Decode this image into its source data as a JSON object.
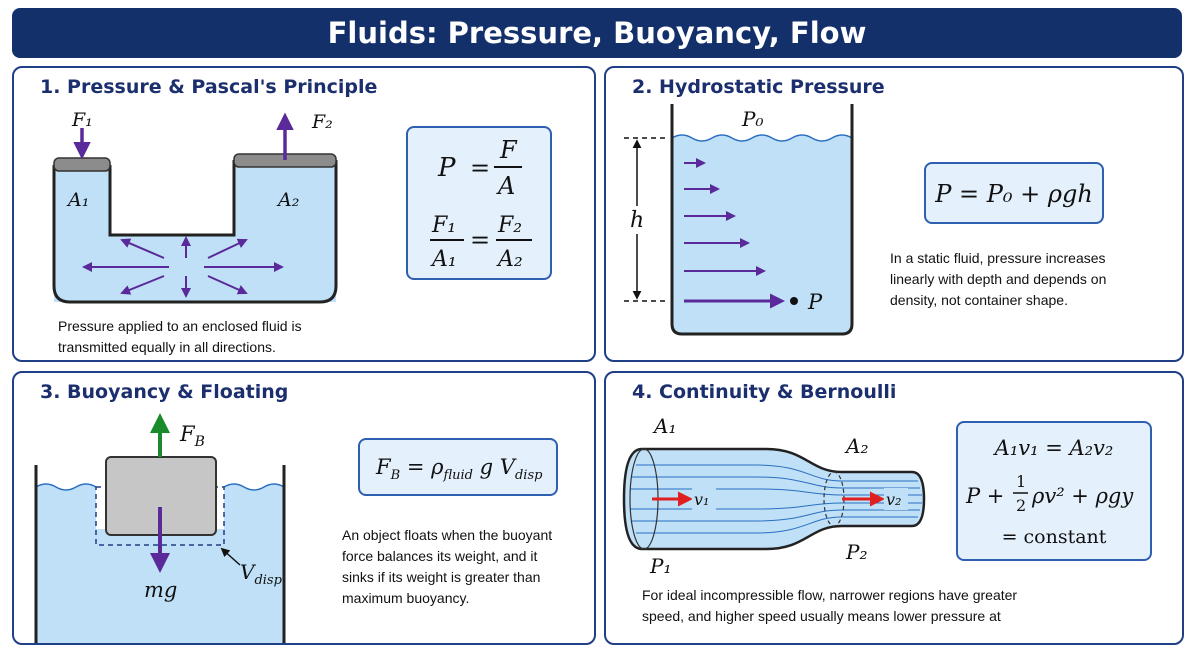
{
  "header": {
    "title": "Fluids: Pressure, Buoyancy, Flow"
  },
  "colors": {
    "banner": "#13306b",
    "panel_border": "#1f3f86",
    "fluid": "#bfe0f7",
    "arrow_purple": "#5a2a9a",
    "arrow_green": "#1a8a2a",
    "arrow_red": "#e02020"
  },
  "panels": [
    {
      "title": "1. Pressure & Pascal's Principle",
      "labels": {
        "f1": "F₁",
        "f2": "F₂",
        "a1": "A₁",
        "a2": "A₂"
      },
      "formulas": {
        "p": "P",
        "eq": "=",
        "f": "F",
        "a": "A",
        "f1": "F₁",
        "a1": "A₁",
        "f2": "F₂",
        "a2": "A₂"
      },
      "description": [
        "Pressure applied to an enclosed fluid is",
        "transmitted equally in all directions."
      ]
    },
    {
      "title": "2. Hydrostatic Pressure",
      "labels": {
        "p0": "P₀",
        "h": "h",
        "p": "P"
      },
      "formula": "P = P₀ + ρgh",
      "description": [
        "In a static fluid, pressure increases",
        "linearly with depth and depends on",
        "density, not container shape."
      ]
    },
    {
      "title": "3. Buoyancy & Floating",
      "labels": {
        "fb": "F",
        "fb_sub": "B",
        "mg": "mg",
        "vdisp": "V",
        "vdisp_sub": "disp"
      },
      "formula": {
        "lhs": "F",
        "lhs_sub": "B",
        "eq": "= ρ",
        "rho_sub": "fluid",
        "g": "g V",
        "v_sub": "disp"
      },
      "description": [
        "An object floats when the buoyant",
        "force balances its weight, and it",
        "sinks if its weight is greater than",
        "maximum buoyancy."
      ]
    },
    {
      "title": "4. Continuity & Bernoulli",
      "labels": {
        "a1": "A₁",
        "a2": "A₂",
        "v1": "v₁",
        "v2": "v₂",
        "p1": "P₁",
        "p2": "P₂"
      },
      "formulas": {
        "continuity": "A₁v₁ = A₂v₂",
        "b_left": "P +",
        "b_num": "1",
        "b_den": "2",
        "b_right": "ρv² + ρgy",
        "b_const": "= constant"
      },
      "description": [
        "For ideal incompressible flow, narrower regions have greater",
        "speed, and higher speed usually means lower pressure at"
      ]
    }
  ]
}
